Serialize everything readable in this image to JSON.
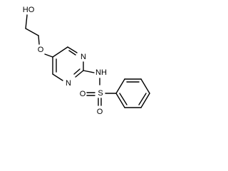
{
  "molecule": {
    "atoms": {
      "hydroxyl": "HO",
      "ether_oxygen": "O",
      "ring_nitrogen_top": "N",
      "ring_nitrogen_bottom": "N",
      "amine": "NH",
      "sulfur": "S",
      "sulfonyl_oxygen_left": "O",
      "sulfonyl_oxygen_bottom": "O"
    }
  },
  "colors": {
    "bond": "#000000",
    "background": "#ffffff"
  }
}
